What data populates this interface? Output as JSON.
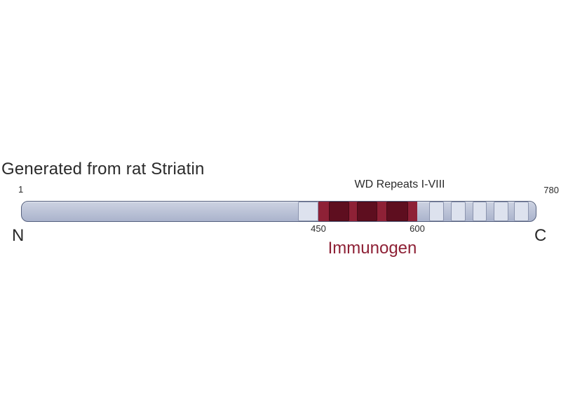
{
  "diagram": {
    "title": "Generated from rat Striatin",
    "start_label": "1",
    "end_label": "780",
    "n_terminus_label": "N",
    "c_terminus_label": "C",
    "wd_repeats_label": "WD Repeats I-VIII",
    "protein_length": 780,
    "immunogen": {
      "label": "Immunogen",
      "start_label": "450",
      "end_label": "600",
      "start": 450,
      "end": 600
    },
    "repeats": [
      {
        "start": 419,
        "end": 450,
        "variant": "light"
      },
      {
        "start": 466,
        "end": 497,
        "variant": "dark"
      },
      {
        "start": 509,
        "end": 540,
        "variant": "dark"
      },
      {
        "start": 553,
        "end": 586,
        "variant": "dark"
      },
      {
        "start": 618,
        "end": 641,
        "variant": "light"
      },
      {
        "start": 651,
        "end": 674,
        "variant": "light"
      },
      {
        "start": 684,
        "end": 706,
        "variant": "light"
      },
      {
        "start": 716,
        "end": 738,
        "variant": "light"
      },
      {
        "start": 747,
        "end": 769,
        "variant": "light"
      }
    ],
    "colors": {
      "bar_fill_top": "#cdd3e2",
      "bar_fill_bottom": "#aab3cc",
      "bar_border": "#55607e",
      "immunogen_fill": "#8e2136",
      "repeat_dark": "#5e0e1f",
      "repeat_light": "#dde2ee",
      "repeat_border": "#8b94ae",
      "immunogen_text": "#8e2136",
      "text": "#2a2a2a"
    }
  }
}
